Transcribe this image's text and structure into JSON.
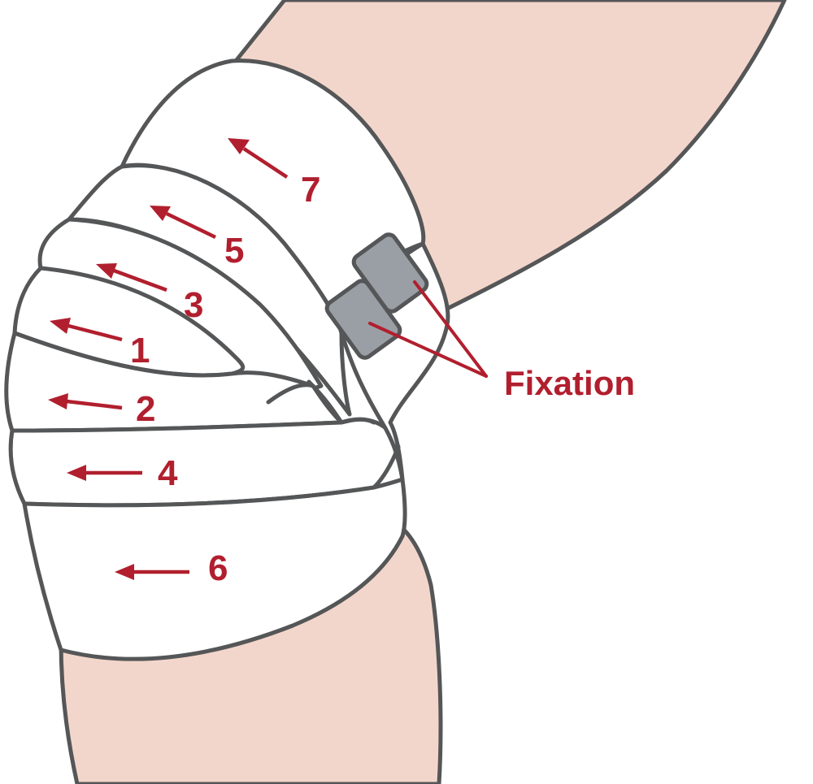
{
  "steps": [
    "1",
    "2",
    "3",
    "4",
    "5",
    "6",
    "7"
  ],
  "fixation_label": "Fixation",
  "colors": {
    "accent_red": "#b11f2e",
    "skin": "#f3d6cb",
    "outline": "#555657",
    "clip_gray": "#9a9fa5",
    "bandage": "#ffffff"
  }
}
